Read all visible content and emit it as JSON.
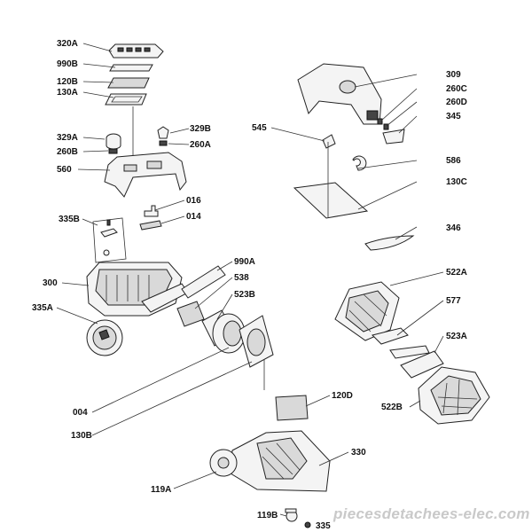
{
  "diagram": {
    "labels": {
      "l320A": "320A",
      "l990B": "990B",
      "l120B": "120B",
      "l130A": "130A",
      "l329A": "329A",
      "l260B": "260B",
      "l329B": "329B",
      "l260A": "260A",
      "l560": "560",
      "l016": "016",
      "l014": "014",
      "l335B": "335B",
      "l990A": "990A",
      "l538": "538",
      "l523B": "523B",
      "l300": "300",
      "l335A": "335A",
      "l004": "004",
      "l130B": "130B",
      "l120D": "120D",
      "l330": "330",
      "l119A": "119A",
      "l119B": "119B",
      "l335": "335",
      "l309": "309",
      "l260C": "260C",
      "l260D": "260D",
      "l345": "345",
      "l545": "545",
      "l586": "586",
      "l130C": "130C",
      "l346": "346",
      "l522A": "522A",
      "l577": "577",
      "l523A": "523A",
      "l522B": "522B"
    },
    "watermark": "piecesdetachees-elec.com"
  }
}
